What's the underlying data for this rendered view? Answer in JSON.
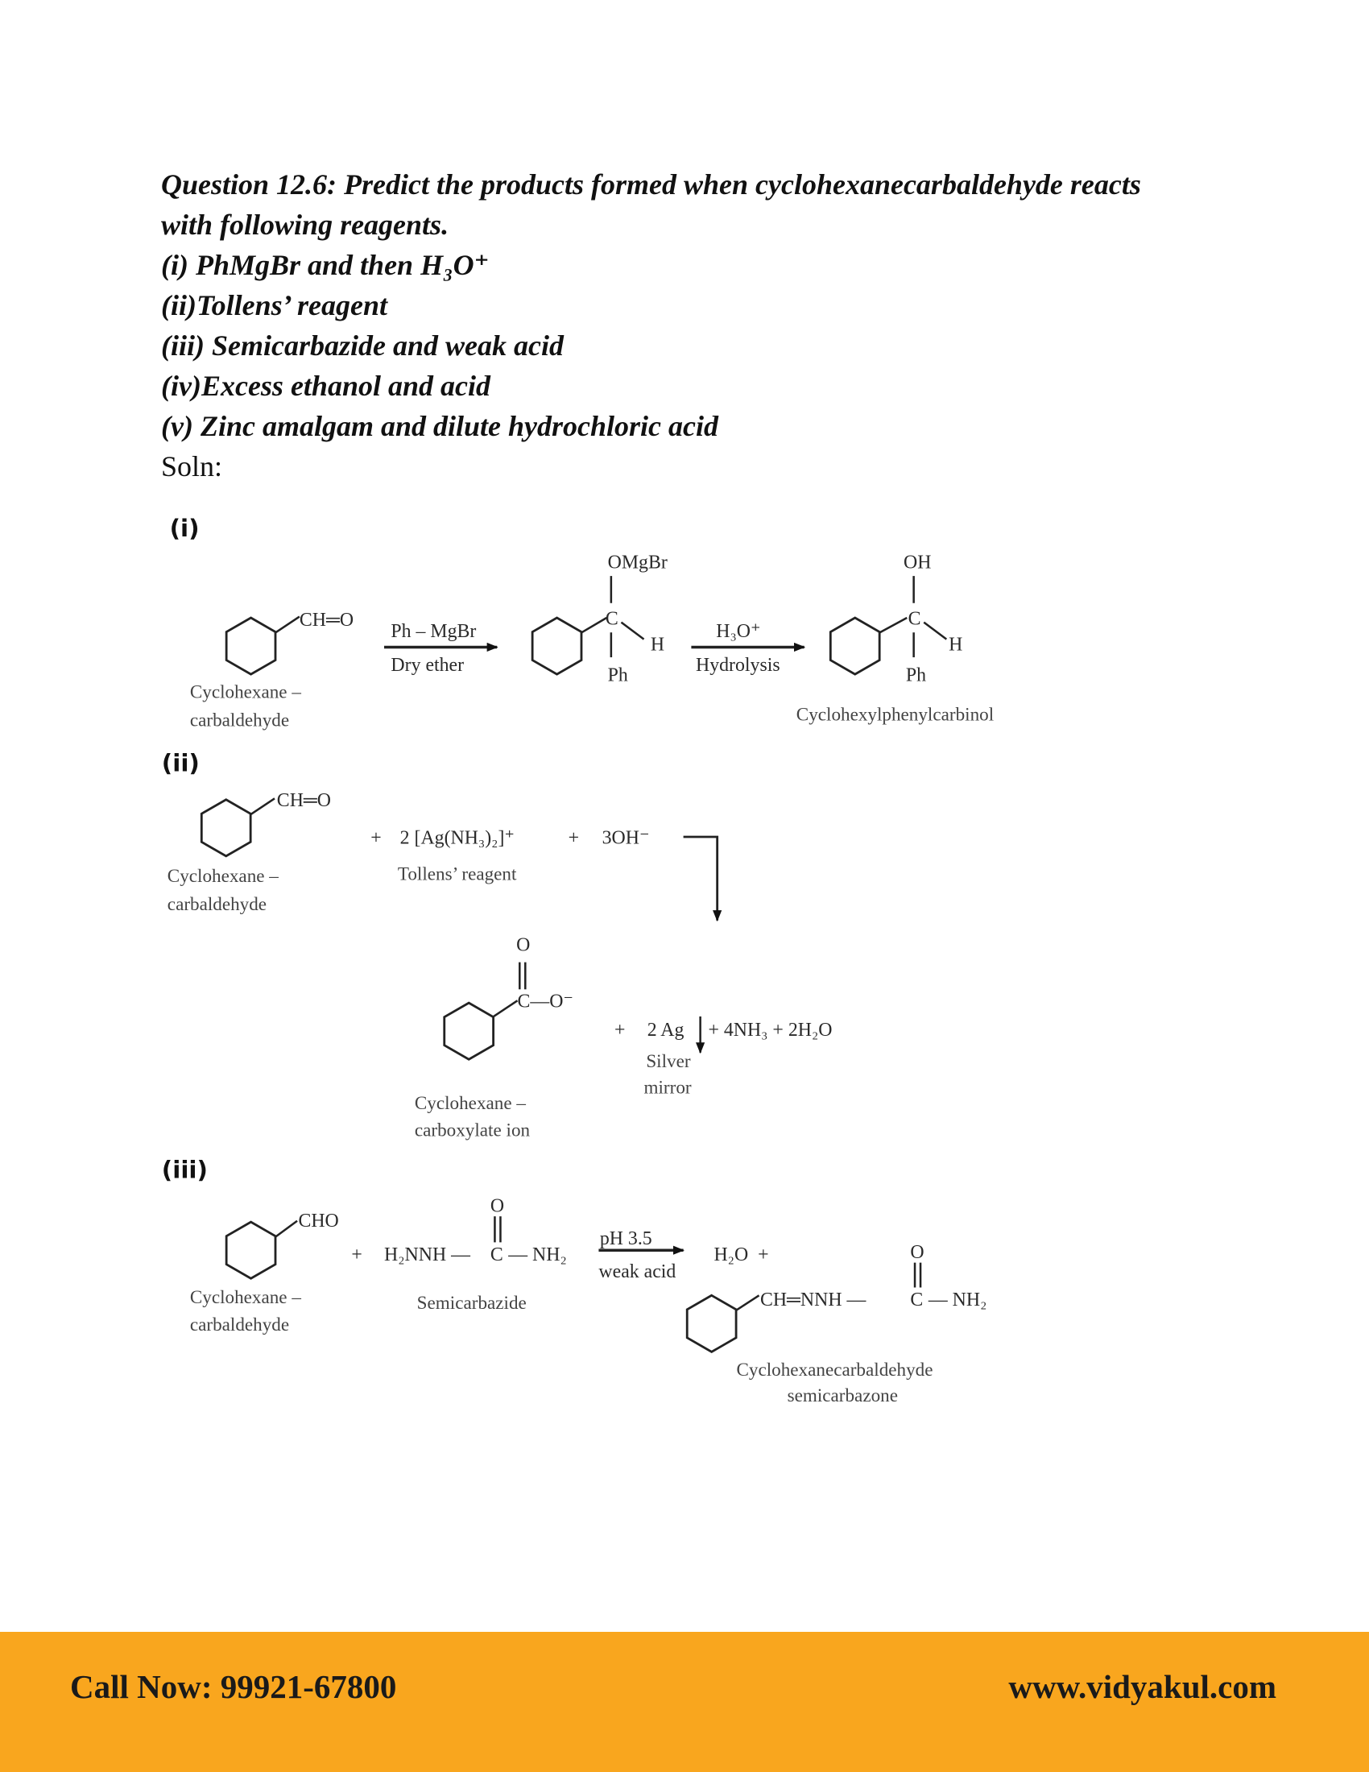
{
  "question": {
    "title_line1": "Question 12.6: Predict the products formed when cyclohexanecarbaldehyde reacts",
    "title_line2": "with following reagents.",
    "items": [
      "(i) PhMgBr and then H₃O⁺",
      "(ii)Tollens’ reagent",
      "(iii) Semicarbazide and weak acid",
      "(iv)Excess ethanol and acid",
      "(v) Zinc amalgam and dilute hydrochloric acid"
    ],
    "soln_label": "Soln:"
  },
  "part_i": {
    "label": "(i)",
    "reactant_group": "CH═O",
    "reactant_name_1": "Cyclohexane –",
    "reactant_name_2": "carbaldehyde",
    "arrow1_top": "Ph – MgBr",
    "arrow1_bottom": "Dry ether",
    "int_top": "OMgBr",
    "int_c": "C",
    "int_h": "H",
    "int_ph": "Ph",
    "arrow2_top": "H₃O⁺",
    "arrow2_bottom": "Hydrolysis",
    "prod_top": "OH",
    "prod_c": "C",
    "prod_h": "H",
    "prod_ph": "Ph",
    "product_name": "Cyclohexylphenylcarbinol"
  },
  "part_ii": {
    "label": "(ii)",
    "reactant_group": "CH═O",
    "reactant_name_1": "Cyclohexane –",
    "reactant_name_2": "carbaldehyde",
    "plus": "+",
    "reagent": "2 [Ag(NH₃)₂]⁺",
    "reagent_name": "Tollens’ reagent",
    "hydroxide": "3OH⁻",
    "product_o": "O",
    "product_group": "C—O⁻",
    "product_name_1": "Cyclohexane –",
    "product_name_2": "carboxylate ion",
    "silver": "2 Ag",
    "byproducts": "+ 4NH₃ + 2H₂O",
    "silver_name_1": "Silver",
    "silver_name_2": "mirror"
  },
  "part_iii": {
    "label": "(iii)",
    "reactant_group": "CHO",
    "reactant_name_1": "Cyclohexane –",
    "reactant_name_2": "carbaldehyde",
    "plus": "+",
    "reagent_left": "H₂NNH —",
    "reagent_c": "C",
    "reagent_right": "— NH₂",
    "reagent_o": "O",
    "reagent_name": "Semicarbazide",
    "arrow_top": "pH 3.5",
    "arrow_bottom": "weak acid",
    "water": "H₂O  +",
    "product_left": "CH═NNH —",
    "product_c": "C",
    "product_right": "— NH₂",
    "product_o": "O",
    "product_name_1": "Cyclohexanecarbaldehyde",
    "product_name_2": "semicarbazone"
  },
  "footer": {
    "call": "Call Now: 99921-67800",
    "website": "www.vidyakul.com",
    "color": "#f9a61e"
  }
}
